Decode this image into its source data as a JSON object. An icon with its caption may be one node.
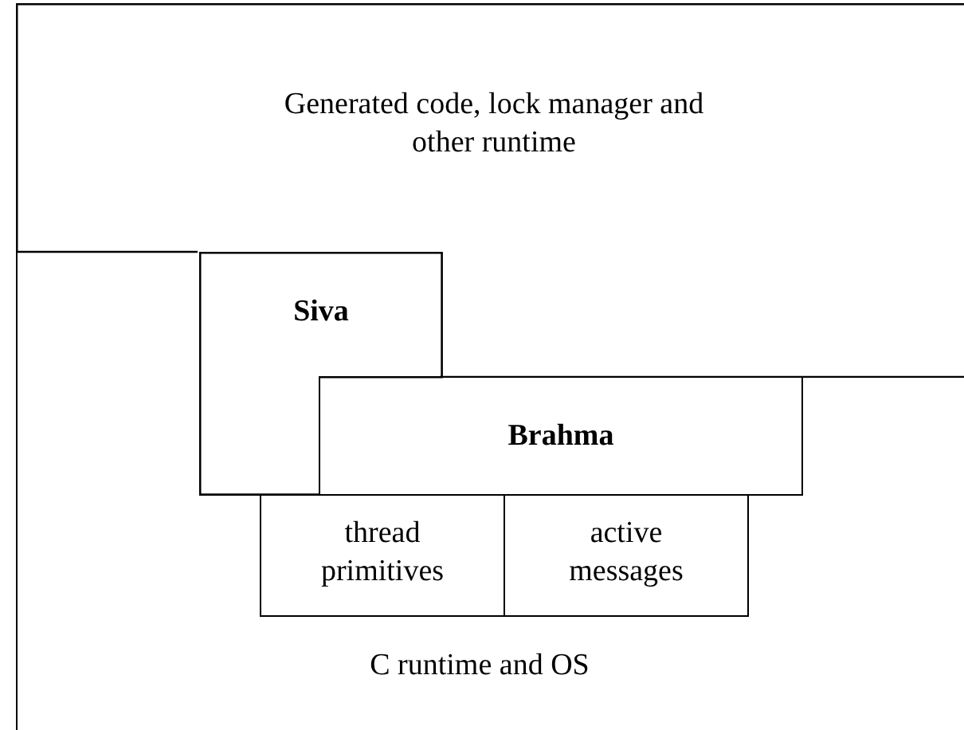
{
  "diagram": {
    "nodes": [
      {
        "text": [
          "Generated code, lock manager and other runtime"
        ]
      },
      {
        "text": [
          "Siva"
        ],
        "in": 5
      },
      {
        "text": [
          "Brahma"
        ],
        "in": 5
      },
      {
        "text": [
          "thread primitives"
        ],
        "in": 5
      },
      {
        "text": [
          "active messages"
        ],
        "in": 5
      },
      {
        "text": [
          "C runtime and OS"
        ]
      }
    ],
    "edges": []
  }
}
